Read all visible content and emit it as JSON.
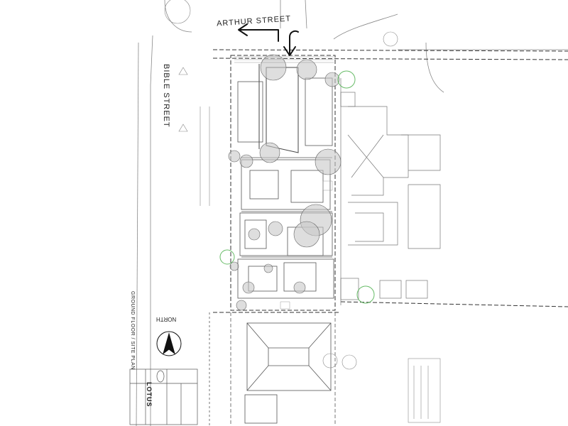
{
  "labels": {
    "arthur_street": "ARTHUR STREET",
    "bible_street": "BIBLE STREET",
    "plan_title": "GROUND FLOOR / SITE PLAN",
    "north": "NORTH",
    "logo": "LOTUS"
  },
  "colors": {
    "line": "#555555",
    "tree_fill": "#c8c8c8",
    "tree_new": "#66bb66",
    "arrow": "#111111"
  }
}
